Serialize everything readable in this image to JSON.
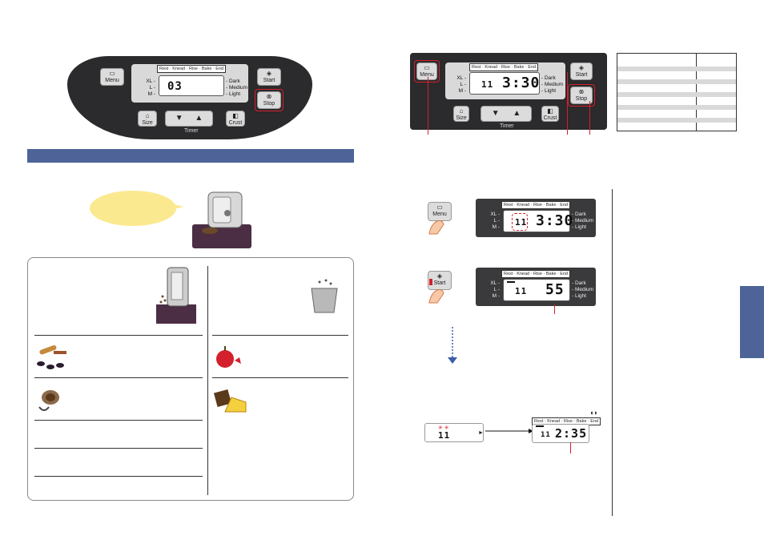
{
  "panel": {
    "menu_label": "Menu",
    "start_label": "Start",
    "stop_label": "Stop",
    "size_label": "Size",
    "crust_label": "Crust",
    "timer_label": "Timer",
    "stages": "Rest · Knead · Rise · Bake · End",
    "size_xl": "XL -",
    "size_l": "L -",
    "size_m": "M -",
    "crust_dark": "- Dark",
    "crust_medium": "- Medium",
    "crust_light": "- Light",
    "down_arrow": "▼",
    "up_arrow": "▲"
  },
  "left_panel_display": {
    "digits": "03"
  },
  "right_panel_display": {
    "menu_number": "11",
    "time": "3:30"
  },
  "step1_display": {
    "menu_number": "11",
    "time": "3:30"
  },
  "step2_display": {
    "menu_number": "11",
    "time": "55"
  },
  "small_display": {
    "menu_number": "11"
  },
  "small_display2": {
    "menu_number": "11",
    "time": "2:35"
  },
  "colors": {
    "accent_blue": "#4e6499",
    "highlight_red": "#d4202c",
    "bubble_yellow": "#fbe990",
    "panel_dark": "#2b2a2c"
  }
}
